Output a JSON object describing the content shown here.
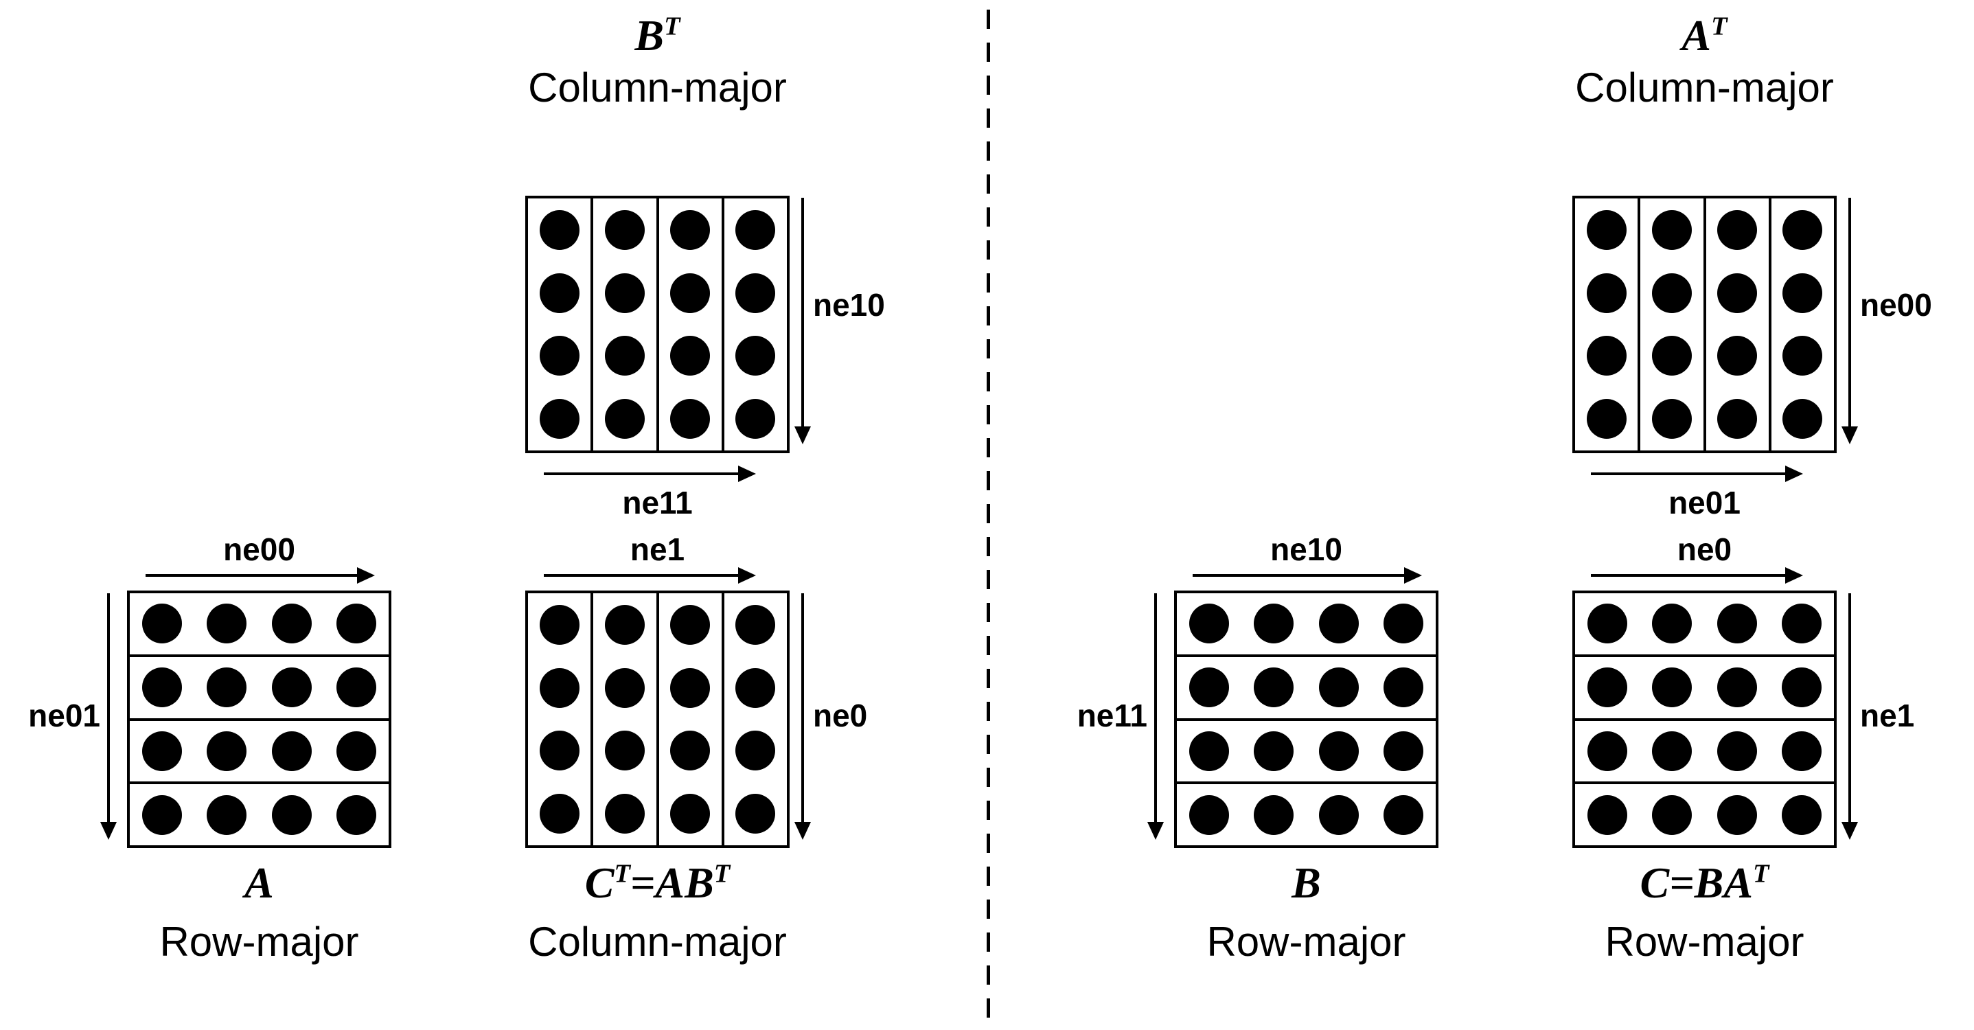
{
  "colors": {
    "background": "#ffffff",
    "ink": "#000000"
  },
  "left_panel": {
    "operand_top": {
      "math_label": "B^T",
      "layout_label": "Column-major",
      "orientation": "column-major",
      "rows": 4,
      "cols": 4,
      "row_arrow_label": "ne10",
      "col_arrow_label": "ne11"
    },
    "operand_left": {
      "math_label": "A",
      "layout_label": "Row-major",
      "orientation": "row-major",
      "rows": 4,
      "cols": 4,
      "col_arrow_label": "ne00",
      "row_arrow_label": "ne01"
    },
    "result": {
      "math_label": "C^T=AB^T",
      "layout_label": "Column-major",
      "orientation": "column-major",
      "rows": 4,
      "cols": 4,
      "col_arrow_label": "ne1",
      "row_arrow_label": "ne0"
    }
  },
  "right_panel": {
    "operand_top": {
      "math_label": "A^T",
      "layout_label": "Column-major",
      "orientation": "column-major",
      "rows": 4,
      "cols": 4,
      "row_arrow_label": "ne00",
      "col_arrow_label": "ne01"
    },
    "operand_left": {
      "math_label": "B",
      "layout_label": "Row-major",
      "orientation": "row-major",
      "rows": 4,
      "cols": 4,
      "col_arrow_label": "ne10",
      "row_arrow_label": "ne11"
    },
    "result": {
      "math_label": "C=BA^T",
      "layout_label": "Row-major",
      "orientation": "row-major",
      "rows": 4,
      "cols": 4,
      "col_arrow_label": "ne0",
      "row_arrow_label": "ne1"
    }
  }
}
